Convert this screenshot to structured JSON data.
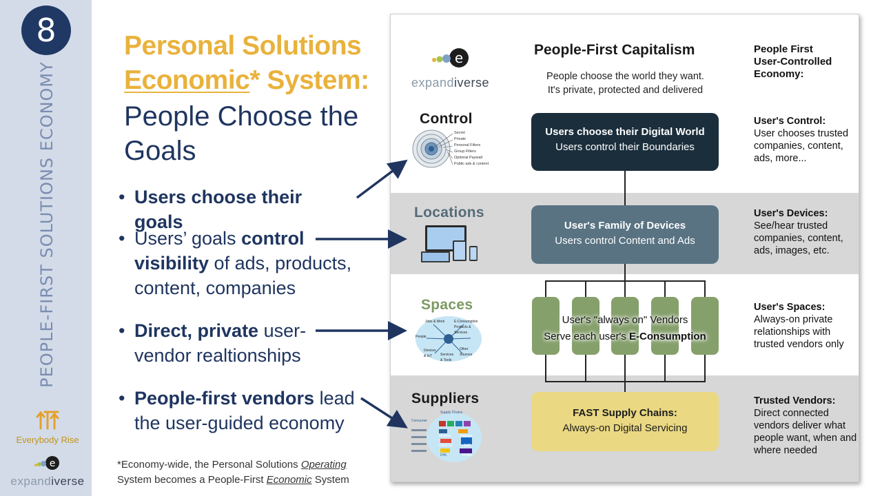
{
  "slide_number": "8",
  "sidebar": {
    "vertical_title": "PEOPLE-FIRST SOLUTIONS ECONOMY",
    "logo_text": "Everybody Rise",
    "brand_prefix": "expand",
    "brand_suffix": "iverse"
  },
  "title": {
    "line1": "Personal Solutions",
    "line2_underlined": "Economic",
    "line2_rest": "* System:",
    "line3": "People Choose the Goals"
  },
  "bullets": [
    {
      "bold1": "Users choose their goals",
      "text1": "",
      "bold2": "",
      "text2": ""
    },
    {
      "bold1": "",
      "text1": "Users’ goals ",
      "bold2": "control visibility",
      "text2": " of ads, products, content, companies"
    },
    {
      "bold1": "Direct, private",
      "text1": " user-vendor realtionships",
      "bold2": "",
      "text2": ""
    },
    {
      "bold1": "People-first vendors",
      "text1": " lead the user-guided economy",
      "bold2": "",
      "text2": ""
    }
  ],
  "footnote": {
    "part1": "*Economy-wide, the Personal Solutions ",
    "italic1": "Operating",
    "part2": " System becomes a People-First ",
    "italic2": "Economic",
    "part3": " System"
  },
  "diagram": {
    "brand_prefix": "expand",
    "brand_suffix": "iverse",
    "header_title": "People-First Capitalism",
    "header_sub_line1": "People choose the world they want.",
    "header_sub_line2": "It's private, protected and delivered",
    "header_right_line1": "People First",
    "header_right_line2": "User-Controlled",
    "header_right_line3": "Economy:",
    "rows": [
      {
        "label": "Control",
        "box_title": "Users choose their Digital World",
        "box_sub": "Users control their Boundaries",
        "right_title": "User's Control:",
        "right_text": "User chooses trusted companies, content, ads, more...",
        "icon_labels": [
          "Secret",
          "Private",
          "Personal Filters",
          "Group Filters",
          "Optional Paywall",
          "Public ads & content"
        ]
      },
      {
        "label": "Locations",
        "box_title": "User's Family of Devices",
        "box_sub": "Users control Content and Ads",
        "right_title": "User's Devices:",
        "right_text": "See/hear trusted companies, content, ads, images, etc."
      },
      {
        "label": "Spaces",
        "box_title": "User's \"always on\" Vendors",
        "box_sub_prefix": "Serve each user's ",
        "box_sub_bold": "E-Consumption",
        "right_title": "User's Spaces:",
        "right_text": "Always-on private relationships with trusted vendors only",
        "icon_labels": [
          "Jobs & Work",
          "E-Consumption Products & Services",
          "People",
          "Devices & IoT",
          "Services & Tools",
          "Other Sources"
        ]
      },
      {
        "label": "Suppliers",
        "box_title": "FAST Supply Chains:",
        "box_sub": "Always-on Digital Servicing",
        "right_title": "Trusted Vendors:",
        "right_text": "Direct connected vendors deliver what people want, when and where needed",
        "icon_labels": [
          "Supply Chains",
          "Consumer",
          "amazon",
          "Walmart",
          "ORACLE",
          "SAP",
          "DHL",
          "FedEx"
        ]
      }
    ],
    "colors": {
      "title_gold": "#e9b23c",
      "navy": "#1f3560",
      "row_label_control": "#1a1a1a",
      "row_label_locations": "#556b78",
      "row_label_spaces": "#7c9a63",
      "row_label_suppliers": "#1a1a1a"
    }
  }
}
